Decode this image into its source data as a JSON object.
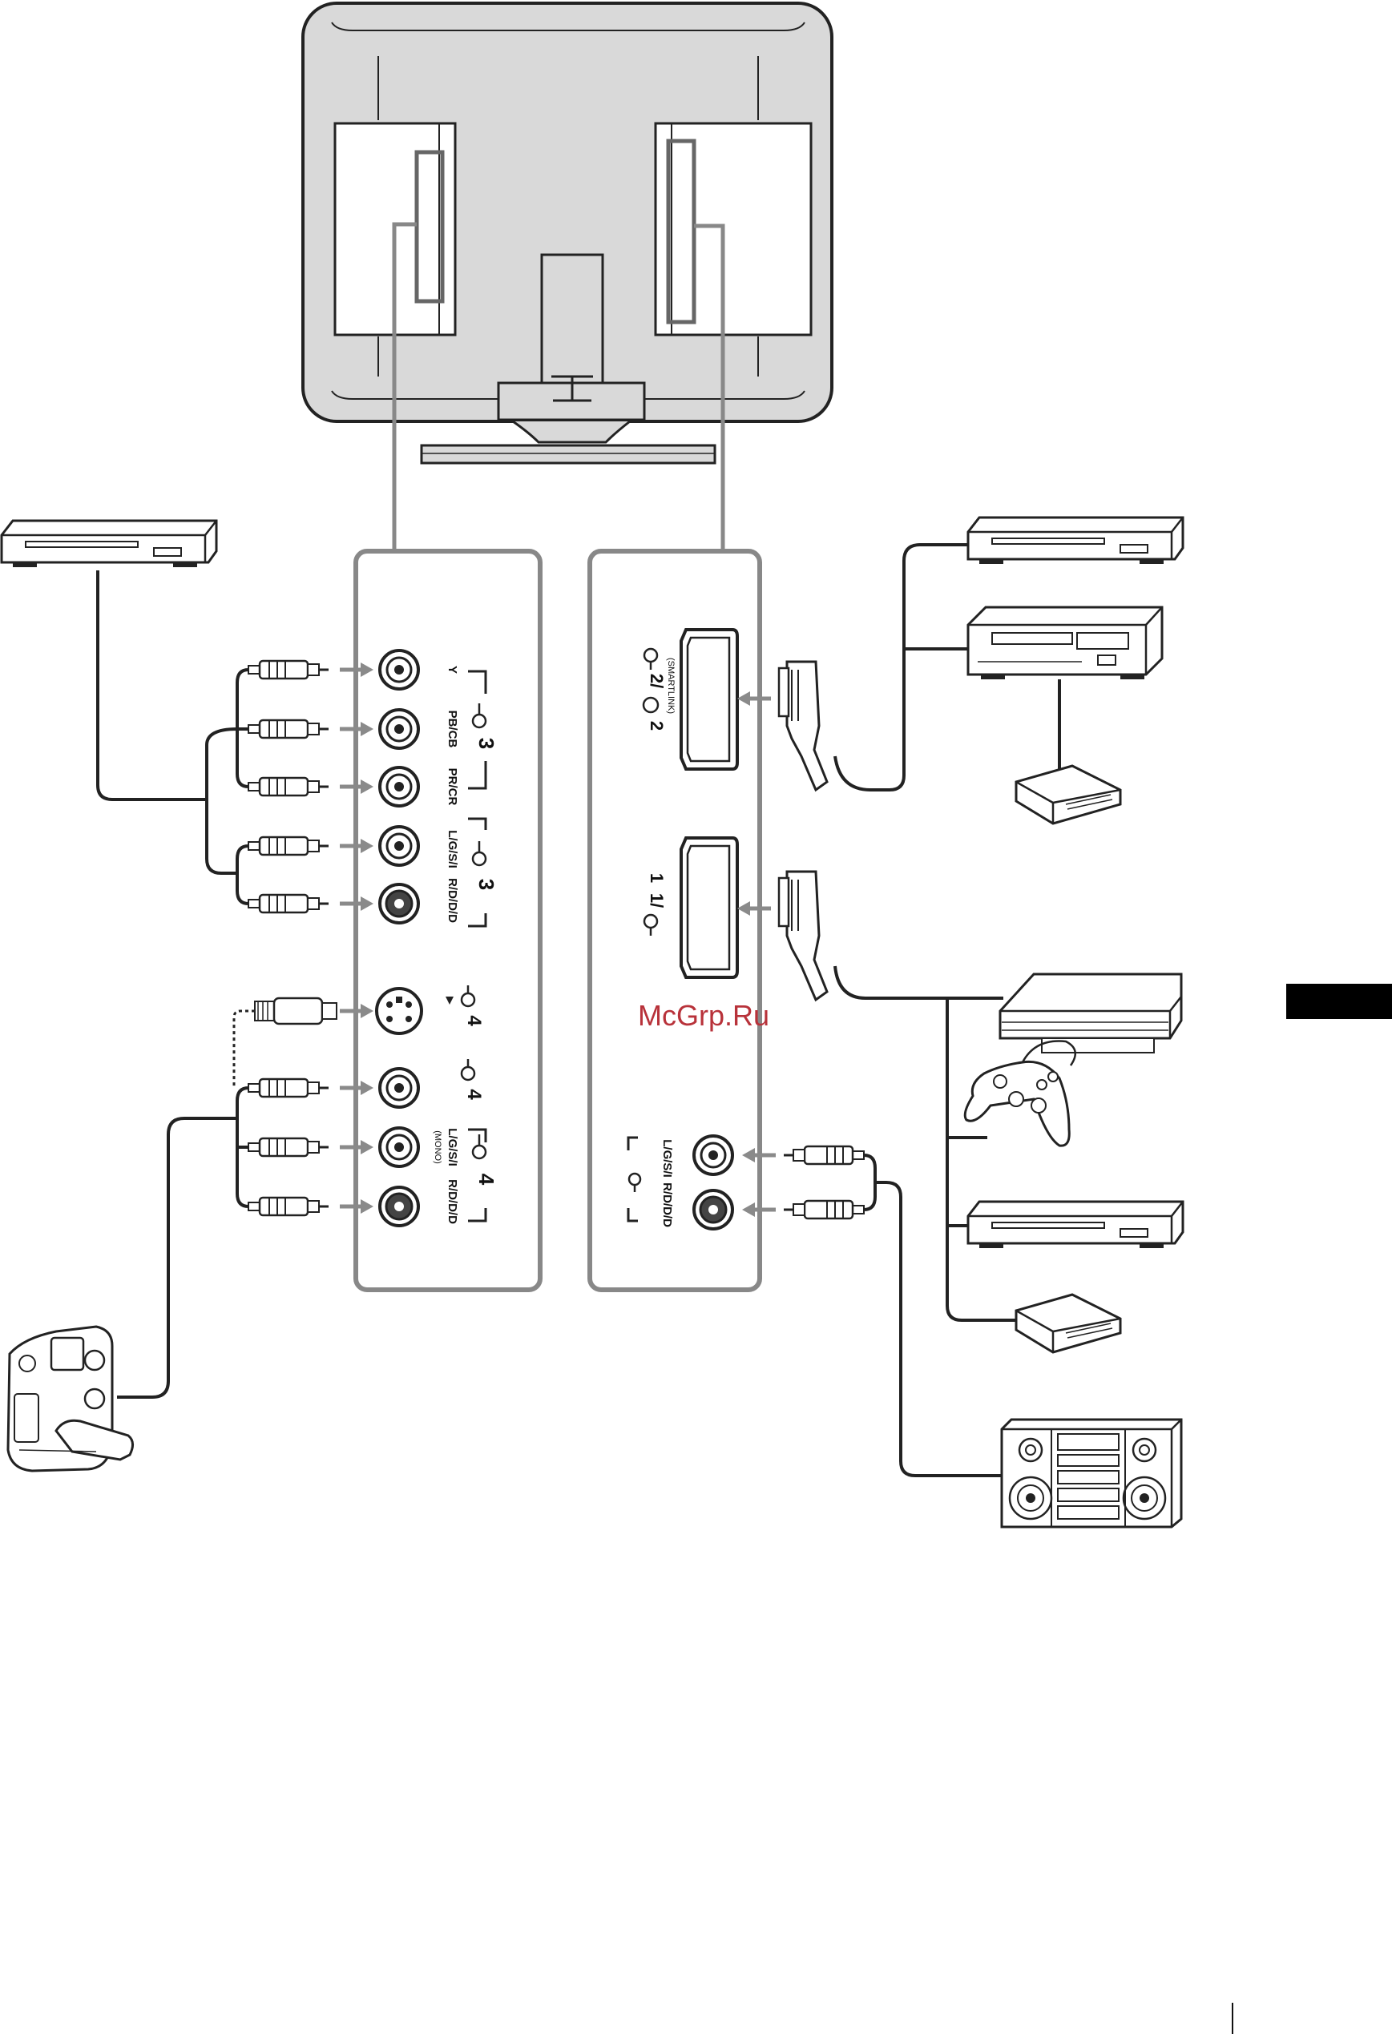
{
  "diagram": {
    "left_panel": {
      "component_group": {
        "number": "3",
        "labels": [
          "Y",
          "PB/CB",
          "PR/CR"
        ]
      },
      "audio_group_3": {
        "number": "3",
        "labels": [
          "L/G/S/I",
          "R/D/D/D"
        ]
      },
      "svideo_group": {
        "number": "4"
      },
      "video_group_4": {
        "number": "4"
      },
      "audio_group_4": {
        "number": "4",
        "labels": [
          "L/G/S/I",
          "R/D/D/D"
        ],
        "mono_note": "(MONO)"
      }
    },
    "right_panel": {
      "scart_2": {
        "label": "2/",
        "number": "2",
        "note": "(SMARTLINK)"
      },
      "scart_1": {
        "label": "1/",
        "number": "1"
      },
      "audio_out": {
        "labels": [
          "L/G/S/I",
          "R/D/D/D"
        ]
      }
    },
    "watermark": "McGrp.Ru",
    "colors": {
      "panel_stroke": "#888888",
      "tv_fill": "#d9d9d9",
      "arrow": "#8a8a8a",
      "cable": "#222222",
      "watermark": "#b8323a"
    },
    "devices": [
      "dvd-player-icon",
      "vcr-icon",
      "dvd-recorder-icon",
      "decoder-icon",
      "game-console-icon",
      "gamepad-icon",
      "dvd-player-icon",
      "decoder-icon",
      "hifi-system-icon",
      "camcorder-icon"
    ]
  }
}
